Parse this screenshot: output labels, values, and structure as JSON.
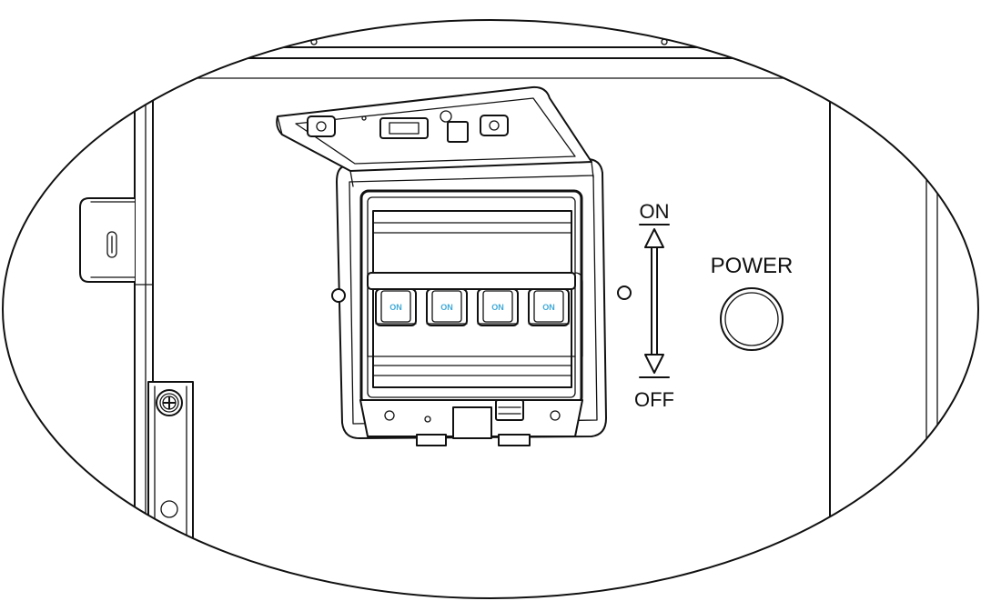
{
  "labels": {
    "on": "ON",
    "off": "OFF",
    "power": "POWER"
  },
  "breaker": {
    "poles": [
      {
        "label": "ON"
      },
      {
        "label": "ON"
      },
      {
        "label": "ON"
      },
      {
        "label": "ON"
      }
    ]
  },
  "colors": {
    "line": "#111111",
    "switch_label": "#3fa9d6",
    "background": "#ffffff"
  }
}
